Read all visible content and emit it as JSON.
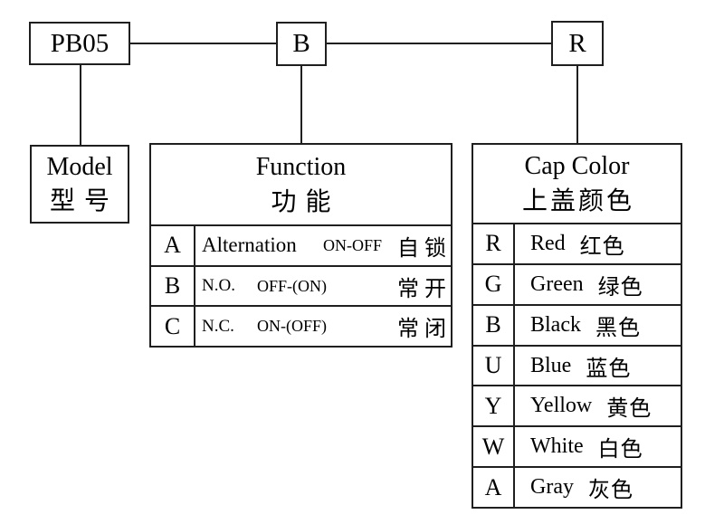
{
  "code_boxes": {
    "model": "PB05",
    "function": "B",
    "cap_color": "R"
  },
  "model_box": {
    "label_en": "Model",
    "label_zh": "型号"
  },
  "function_table": {
    "header_en": "Function",
    "header_zh": "功能",
    "rows": [
      {
        "code": "A",
        "name": "Alternation",
        "action": "ON-OFF",
        "name_zh": "自锁"
      },
      {
        "code": "B",
        "name": "N.O.",
        "action": "OFF-(ON)",
        "name_zh": "常开"
      },
      {
        "code": "C",
        "name": "N.C.",
        "action": "ON-(OFF)",
        "name_zh": "常闭"
      }
    ]
  },
  "cap_color_table": {
    "header_en": "Cap Color",
    "header_zh": "上盖颜色",
    "rows": [
      {
        "code": "R",
        "name": "Red",
        "name_zh": "红色"
      },
      {
        "code": "G",
        "name": "Green",
        "name_zh": "绿色"
      },
      {
        "code": "B",
        "name": "Black",
        "name_zh": "黑色"
      },
      {
        "code": "U",
        "name": "Blue",
        "name_zh": "蓝色"
      },
      {
        "code": "Y",
        "name": "Yellow",
        "name_zh": "黄色"
      },
      {
        "code": "W",
        "name": "White",
        "name_zh": "白色"
      },
      {
        "code": "A",
        "name": "Gray",
        "name_zh": "灰色"
      }
    ]
  },
  "colors": {
    "line": "#1f1f1f",
    "background": "#ffffff",
    "text": "#000000"
  }
}
